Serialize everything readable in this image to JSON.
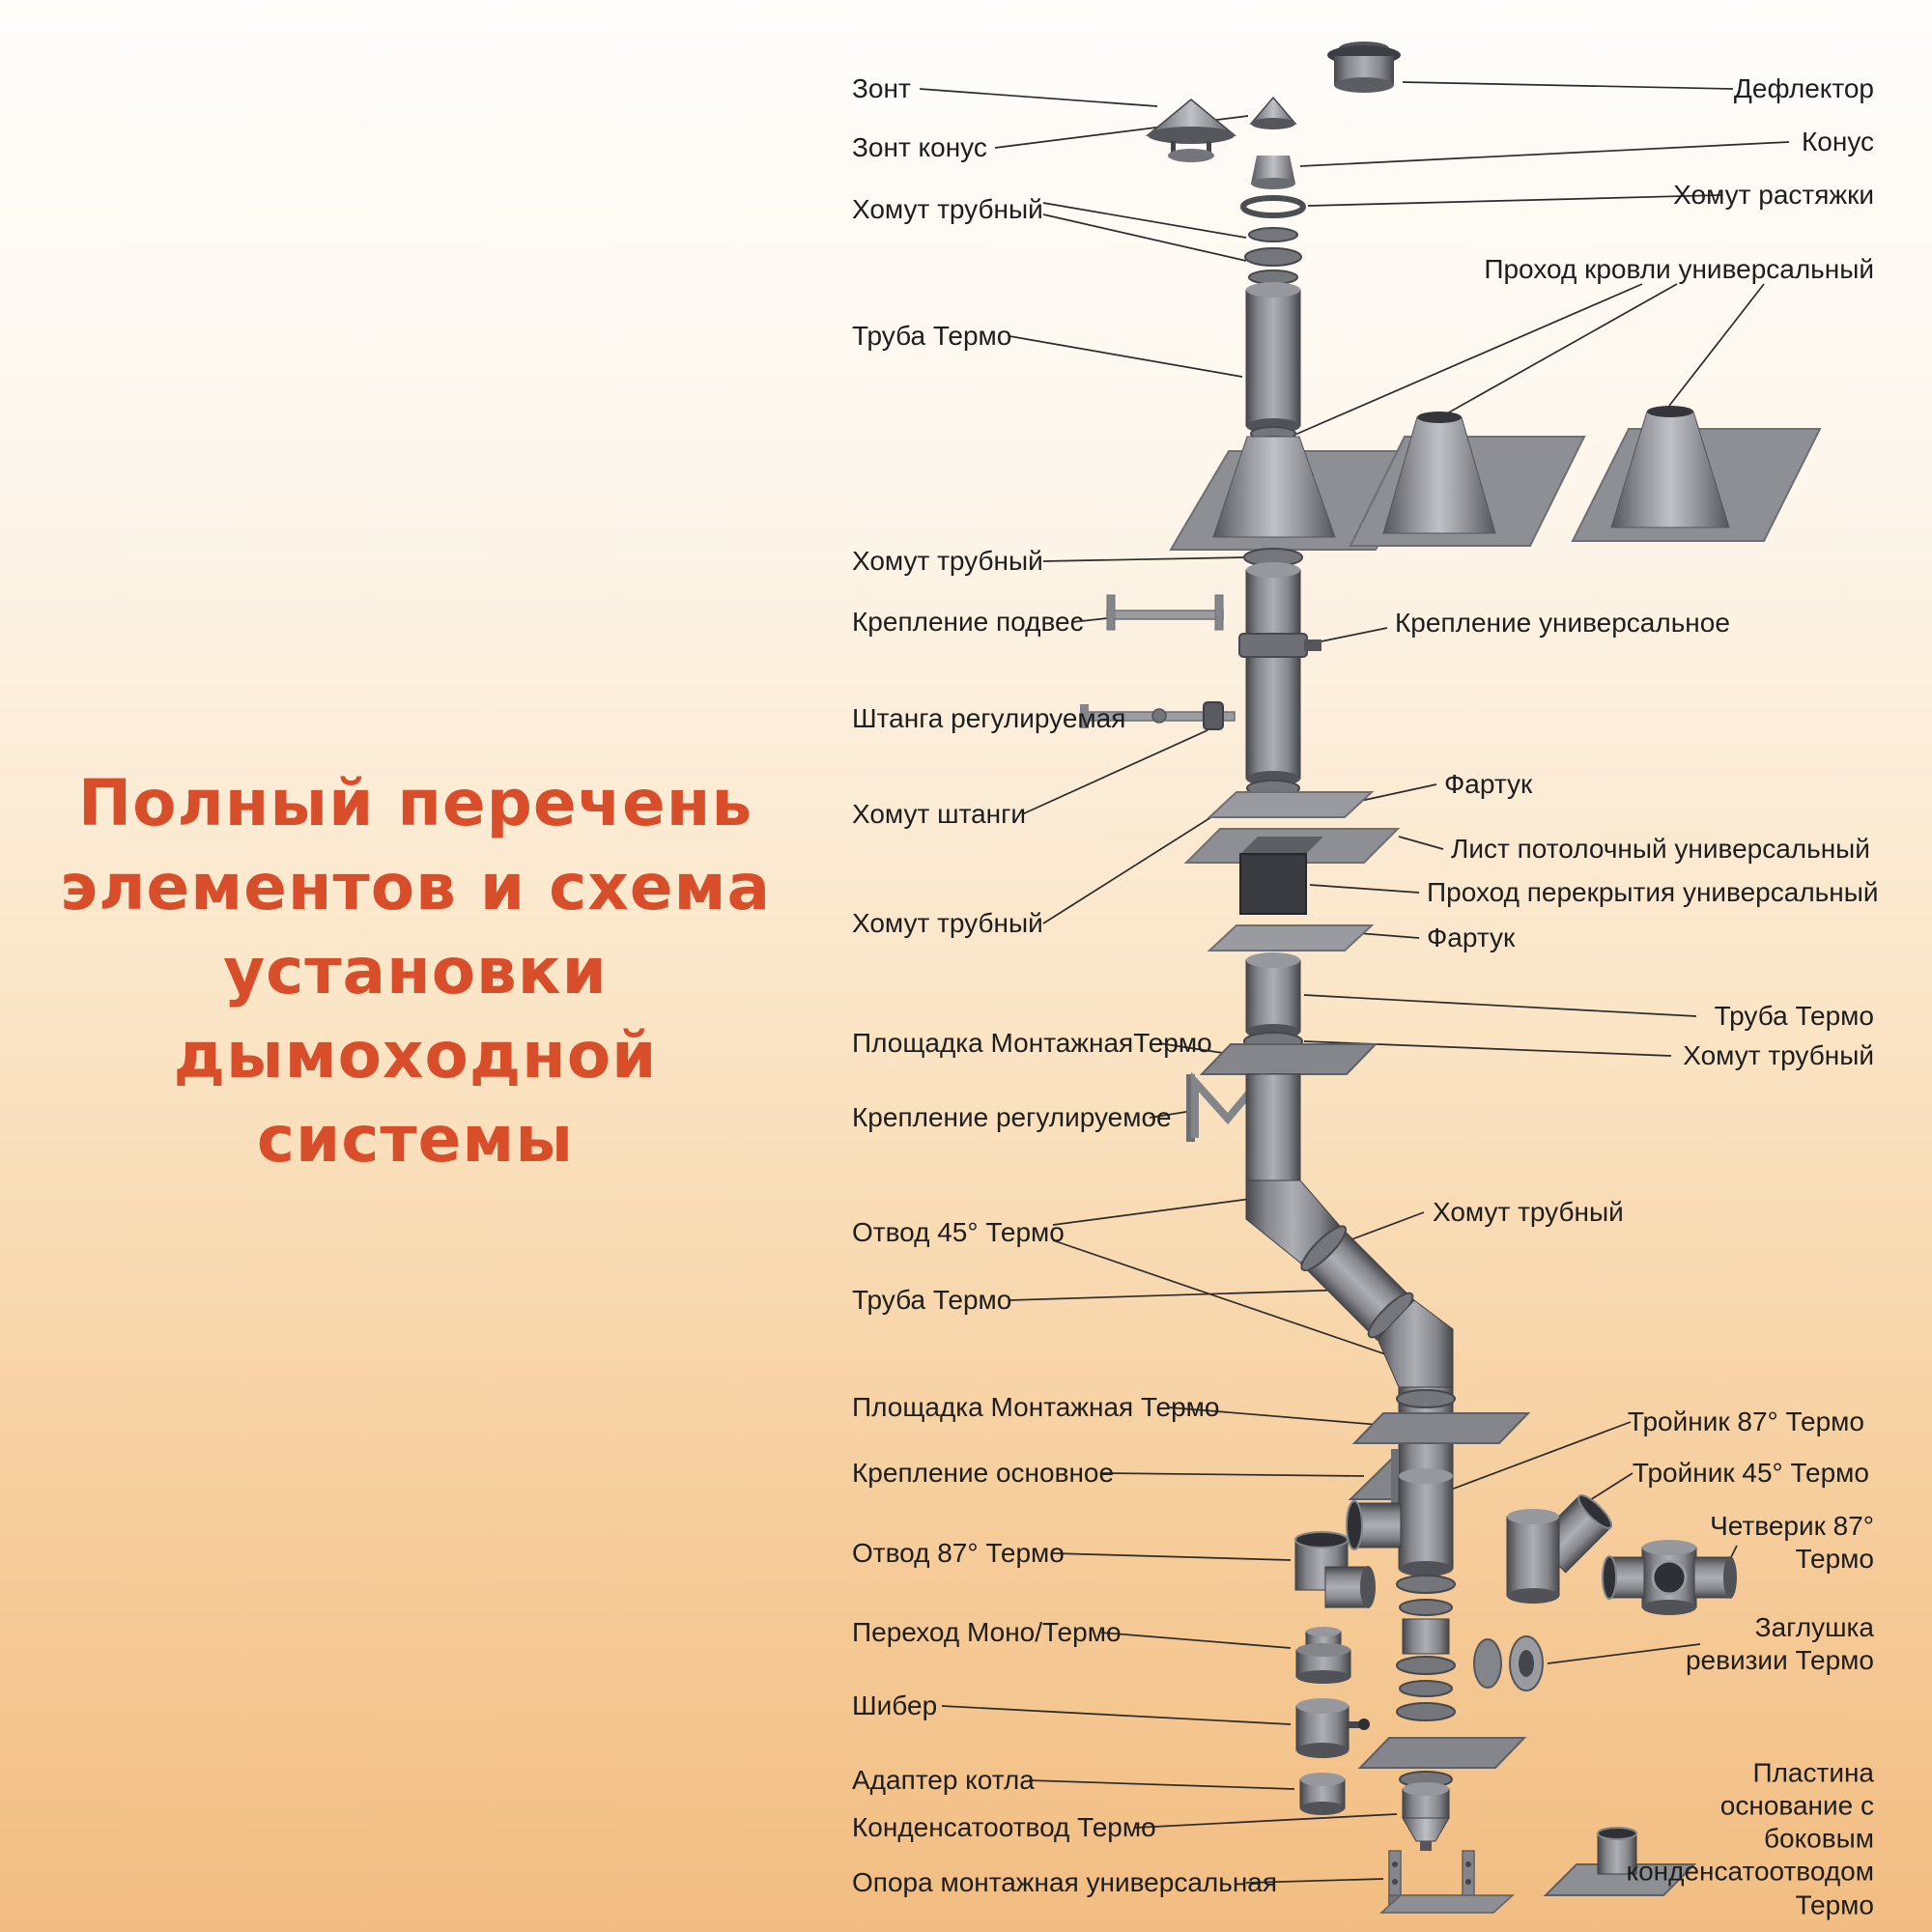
{
  "title": {
    "lines": [
      "Полный перечень",
      "элементов и схема",
      "установки",
      "дымоходной",
      "системы"
    ]
  },
  "labels_left": [
    {
      "text": "Зонт"
    },
    {
      "text": "Зонт конус"
    },
    {
      "text": "Хомут трубный"
    },
    {
      "text": "Труба Термо"
    },
    {
      "text": "Хомут трубный"
    },
    {
      "text": "Крепление подвес"
    },
    {
      "text": "Штанга регулируемая"
    },
    {
      "text": "Хомут штанги"
    },
    {
      "text": "Хомут трубный"
    },
    {
      "text": "Площадка МонтажнаяТермо"
    },
    {
      "text": "Крепление регулируемое"
    },
    {
      "text": "Отвод 45° Термо"
    },
    {
      "text": "Труба Термо"
    },
    {
      "text": "Площадка Монтажная Термо"
    },
    {
      "text": "Крепление основное"
    },
    {
      "text": "Отвод 87° Термо"
    },
    {
      "text": "Переход Моно/Термо"
    },
    {
      "text": "Шибер"
    },
    {
      "text": "Адаптер котла"
    },
    {
      "text": "Конденсатоотвод Термо"
    },
    {
      "text": "Опора монтажная универсальная"
    }
  ],
  "labels_right": [
    {
      "text": "Дефлектор"
    },
    {
      "text": "Конус"
    },
    {
      "text": "Хомут растяжки"
    },
    {
      "text": "Проход кровли универсальный"
    },
    {
      "text": "Крепление универсальное"
    },
    {
      "text": "Фартук"
    },
    {
      "text": "Лист потолочный универсальный"
    },
    {
      "text": "Проход перекрытия универсальный"
    },
    {
      "text": "Фартук"
    },
    {
      "text": "Труба Термо"
    },
    {
      "text": "Хомут трубный"
    },
    {
      "text": "Хомут трубный"
    },
    {
      "text": "Тройник 87° Термо"
    },
    {
      "text": "Тройник 45° Термо"
    },
    {
      "text": "Четверик 87° Термо"
    },
    {
      "text": "Заглушка ревизии Термо"
    },
    {
      "text": "Пластина основание с боковым конденсатоотводом Термо"
    }
  ],
  "colors": {
    "background_top": "#fefdfb",
    "background_bottom": "#f2bd82",
    "title_text": "#d94e2a",
    "label_text": "#1e1e1e",
    "metal_dark": "#46474b",
    "metal_light": "#aeafb5",
    "leader_line": "#2b2b2b"
  }
}
